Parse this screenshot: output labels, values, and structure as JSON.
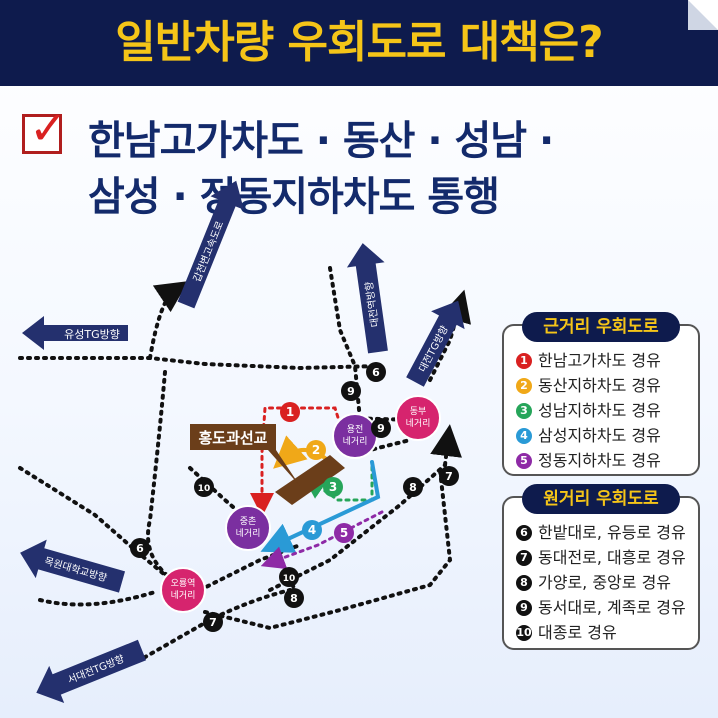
{
  "header": {
    "title": "일반차량 우회도로 대책은?"
  },
  "subtitle": {
    "line1": "한남고가차도 · 동산 · 성남 ·",
    "line2": "삼성 · 정동지하차도 통행"
  },
  "colors": {
    "navy": "#0e1b4d",
    "yellow": "#f5c518",
    "route1": "#d92121",
    "route2": "#f0a818",
    "route3": "#26a55a",
    "route4": "#2a9ad6",
    "route5": "#8e2aa6",
    "magenta": "#d6246e",
    "purple": "#7b2fa0",
    "arrow": "#24306e"
  },
  "icons": {
    "checkbox": "check-box-icon"
  },
  "map": {
    "directions": {
      "yuseong": "유성TG방향",
      "gapcheon": "갑천변고속도로",
      "daejeon_station": "대전역방향",
      "daejeon_tg": "대전TG방향",
      "mokwon": "목원대학교방향",
      "seodaejeon": "서대전TG방향"
    },
    "bridge_label": "홍도과선교",
    "intersections": {
      "yongjeon": [
        "용전",
        "네거리"
      ],
      "dongbu": [
        "동부",
        "네거리"
      ],
      "jungchon": [
        "중촌",
        "네거리"
      ],
      "oryong": [
        "오룡역",
        "네거리"
      ]
    },
    "markers": {
      "near": [
        "1",
        "2",
        "3",
        "4",
        "5"
      ],
      "far": [
        "6",
        "7",
        "8",
        "9",
        "10"
      ]
    }
  },
  "legend": {
    "near": {
      "title": "근거리 우회도로",
      "items": [
        {
          "num": "1",
          "label": "한남고가차도 경유",
          "color": "#d92121"
        },
        {
          "num": "2",
          "label": "동산지하차도 경유",
          "color": "#f0a818"
        },
        {
          "num": "3",
          "label": "성남지하차도 경유",
          "color": "#26a55a"
        },
        {
          "num": "4",
          "label": "삼성지하차도 경유",
          "color": "#2a9ad6"
        },
        {
          "num": "5",
          "label": "정동지하차도 경유",
          "color": "#8e2aa6"
        }
      ]
    },
    "far": {
      "title": "원거리 우회도로",
      "items": [
        {
          "num": "6",
          "label": "한밭대로, 유등로 경유",
          "color": "#111111"
        },
        {
          "num": "7",
          "label": "동대전로, 대흥로 경유",
          "color": "#111111"
        },
        {
          "num": "8",
          "label": "가양로, 중앙로 경유",
          "color": "#111111"
        },
        {
          "num": "9",
          "label": "동서대로, 계족로 경유",
          "color": "#111111"
        },
        {
          "num": "10",
          "label": "대종로 경유",
          "color": "#111111"
        }
      ]
    }
  }
}
